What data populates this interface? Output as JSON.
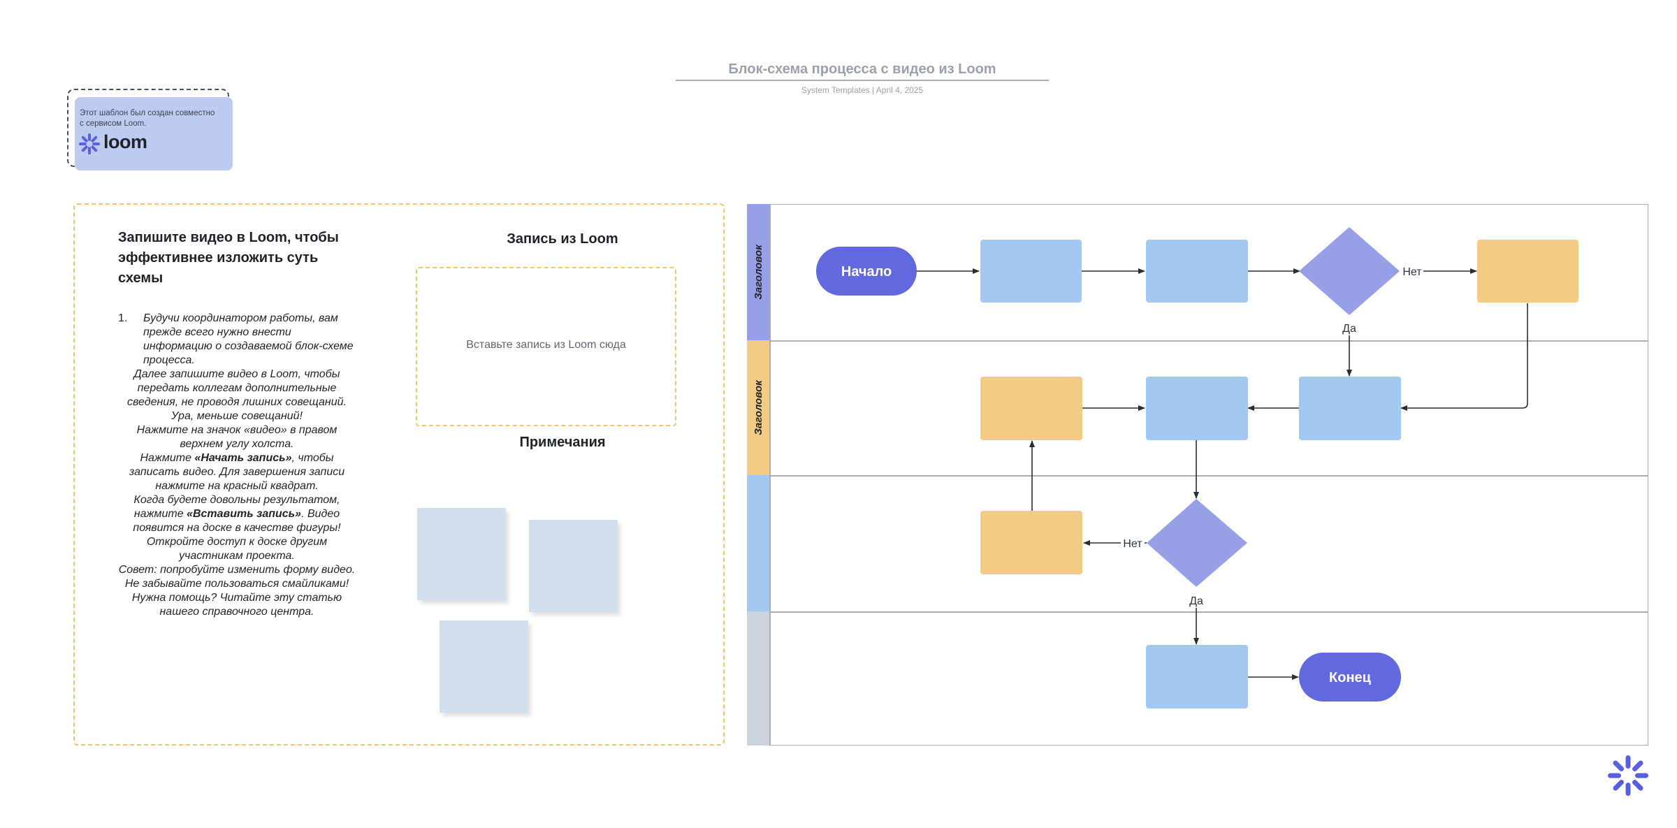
{
  "header": {
    "title": "Блок-схема процесса с видео из Loom",
    "meta": "System Templates  |  April 4, 2025"
  },
  "loom_note": {
    "text": "Этот шаблон был создан совместно с сервисом Loom.",
    "logo_word": "loom"
  },
  "instructions": {
    "heading": "Запишите видео в Loom, чтобы эффективнее изложить суть схемы",
    "list_number": "1.",
    "first_item": "Будучи координатором работы, вам прежде всего нужно внести информацию о создаваемой блок-схеме процесса.",
    "p2": "Далее запишите видео в Loom, чтобы передать коллегам дополнительные сведения, не проводя лишних совещаний. Ура, меньше совещаний!",
    "p3": "Нажмите на значок «видео» в правом верхнем углу холста.",
    "p4_pre": "Нажмите ",
    "p4_bold": "«Начать запись»",
    "p4_post": ", чтобы записать видео. Для завершения записи нажмите на красный квадрат.",
    "p5_pre": "Когда будете довольны результатом, нажмите ",
    "p5_bold": "«Вставить запись»",
    "p5_post": ". Видео появится на доске в качестве фигуры!",
    "p6": "Откройте доступ к доске другим участникам проекта.",
    "p7": "Совет: попробуйте изменить форму видео. Не забывайте пользоваться смайликами!",
    "p8": "Нужна помощь? Читайте эту статью нашего справочного центра."
  },
  "recording": {
    "heading": "Запись из Loom",
    "placeholder": "Вставьте запись из Loom сюда"
  },
  "notes": {
    "heading": "Примечания"
  },
  "swimlanes": {
    "lanes": [
      {
        "label": "Заголовок",
        "color": "#979fe6"
      },
      {
        "label": "Заголовок",
        "color": "#f2cc85"
      },
      {
        "label": "",
        "color": "#a3c9f3"
      },
      {
        "label": "",
        "color": "#cbd3dc"
      }
    ]
  },
  "flowchart": {
    "start_label": "Начало",
    "end_label": "Конец",
    "no_label": "Нет",
    "yes_label": "Да",
    "colors": {
      "terminal": "#6268de",
      "process_blue": "#a3c9f3",
      "process_yellow": "#f2cc85",
      "decision": "#979fe6",
      "arrow": "#2a2d34",
      "lane_border": "#a9aeb6"
    }
  },
  "icons": {
    "loom_logo": "loom-asterisk-icon",
    "brand": "loom-star-icon"
  }
}
